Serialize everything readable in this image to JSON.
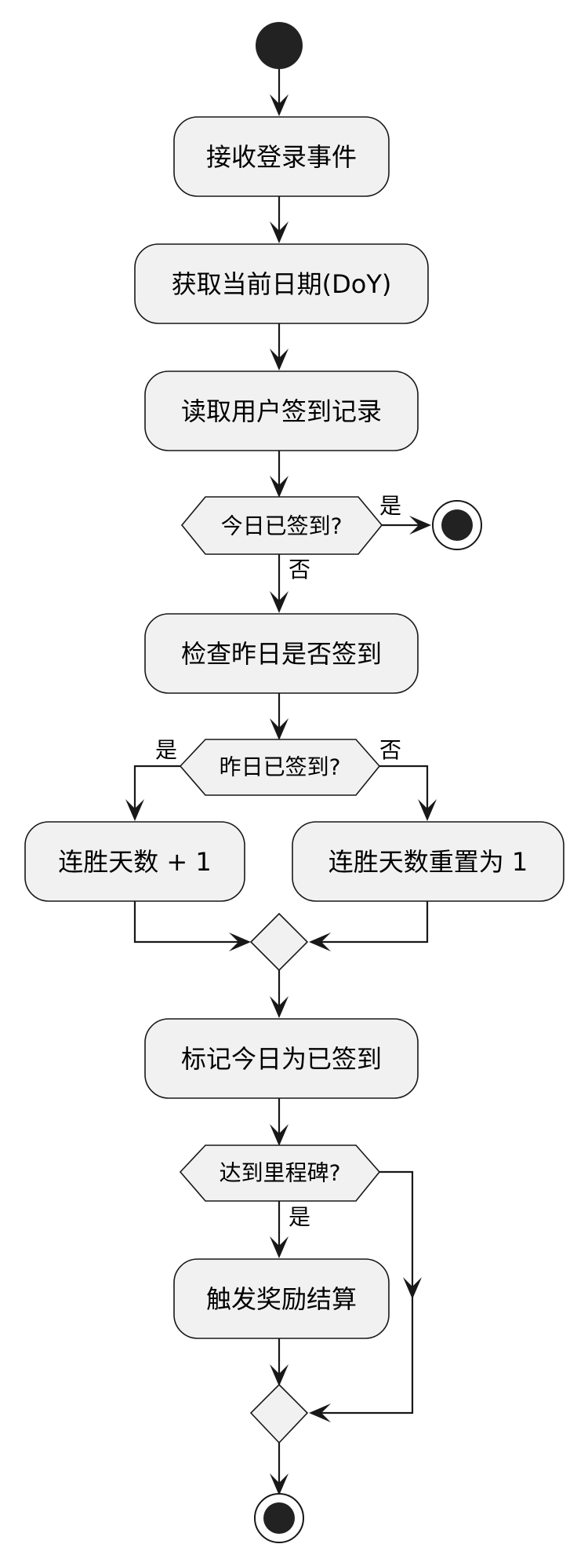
{
  "diagram": {
    "type": "activity",
    "actions": {
      "receive_login": "接收登录事件",
      "get_date": "获取当前日期(DoY)",
      "read_record": "读取用户签到记录",
      "check_yesterday": "检查昨日是否签到",
      "streak_inc": "连胜天数 + 1",
      "streak_reset": "连胜天数重置为 1",
      "mark_today": "标记今日为已签到",
      "trigger_reward": "触发奖励结算"
    },
    "decisions": {
      "today_signed": "今日已签到?",
      "yesterday_signed": "昨日已签到?",
      "milestone": "达到里程碑?"
    },
    "guards": {
      "today_yes": "是",
      "today_no": "否",
      "yesterday_yes": "是",
      "yesterday_no": "否",
      "milestone_yes": "是"
    },
    "colors": {
      "node_fill": "#f1f1f1",
      "stroke": "#181818",
      "start": "#222222"
    }
  }
}
